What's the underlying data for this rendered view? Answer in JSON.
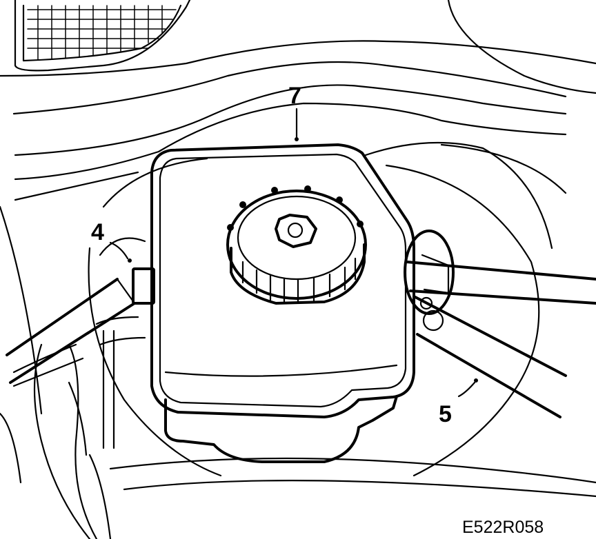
{
  "callouts": [
    {
      "id": "reservoir",
      "label": "7"
    },
    {
      "id": "left-hose",
      "label": "4"
    },
    {
      "id": "right-hose",
      "label": "5"
    }
  ],
  "figure_code": "E522R058"
}
